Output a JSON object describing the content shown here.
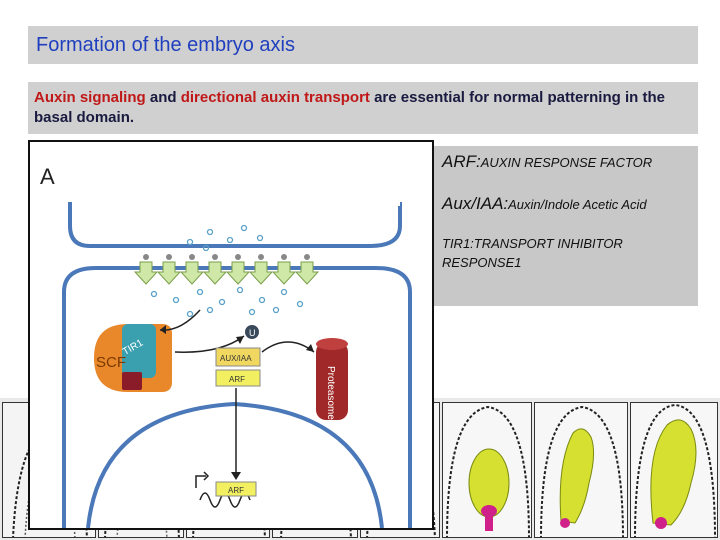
{
  "slide": {
    "title": "Formation of the embryo axis",
    "subtitle": {
      "part1": "Auxin signaling",
      "part2": " and ",
      "part3": "directional auxin transport",
      "part4": " are essential for normal patterning in the basal domain."
    }
  },
  "definitions": {
    "arf_term": "ARF:",
    "arf_expl": "AUXIN RESPONSE FACTOR",
    "aux_term": "Aux/IAA:",
    "aux_expl": "Auxin/Indole Acetic Acid",
    "tir_text": "TIR1:TRANSPORT INHIBITOR RESPONSE1"
  },
  "diagram": {
    "panel_label": "A",
    "scf_label": "SCF",
    "tir1_label": "TIR1",
    "u_label": "U",
    "auxiaa_label": "AUX/IAA",
    "arf_label": "ARF",
    "proteasome_label": "Proteasome",
    "arf_bottom_label": "ARF"
  },
  "colors": {
    "title_text": "#1f3fbf",
    "highlight_text": "#c01818",
    "box_bg": "#d0d0d0",
    "membrane": "#4a78b8",
    "arrow_green": "#cfe8a8",
    "scf_orange": "#e8882a",
    "tir1_teal": "#3aa0b0",
    "proteasome_red": "#a02828",
    "arf_yellow": "#f2f060",
    "embryo_yellow": "#d6e030",
    "embryo_magenta": "#d0208a"
  }
}
